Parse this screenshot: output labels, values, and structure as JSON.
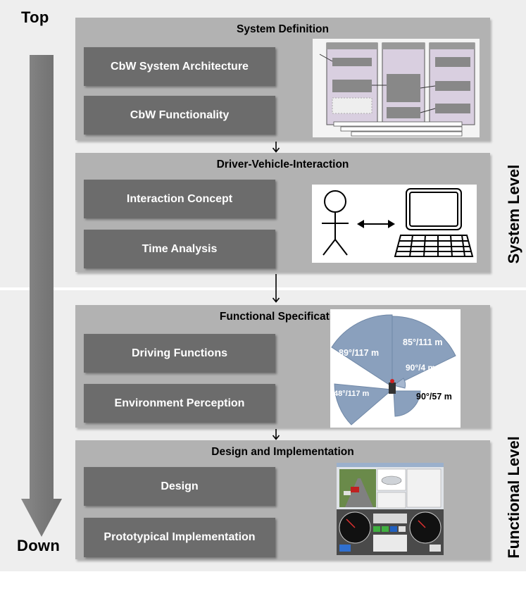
{
  "labels": {
    "top": "Top",
    "down": "Down",
    "system_level": "System Level",
    "functional_level": "Functional Level"
  },
  "sections": [
    {
      "title": "System Definition",
      "boxes": [
        "CbW System Architecture",
        "CbW Functionality"
      ]
    },
    {
      "title": "Driver-Vehicle-Interaction",
      "boxes": [
        "Interaction Concept",
        "Time Analysis"
      ]
    },
    {
      "title": "Functional Specification",
      "boxes": [
        "Driving Functions",
        "Environment Perception"
      ]
    },
    {
      "title": "Design and Implementation",
      "boxes": [
        "Design",
        "Prototypical Implementation"
      ]
    }
  ],
  "sensor_ranges": {
    "long_left": "89°/117 m",
    "long_right": "85°/111 m",
    "near": "90°/4 m",
    "rear_left": "48°/117 m",
    "rear_right": "90°/57 m"
  },
  "colors": {
    "band": "#eeeeee",
    "section_bg": "#b2b2b2",
    "box_bg": "#6c6c6c",
    "box_text": "#ffffff",
    "arrow": "#7a7a7a",
    "sector_fill": "#8aa0bd"
  }
}
